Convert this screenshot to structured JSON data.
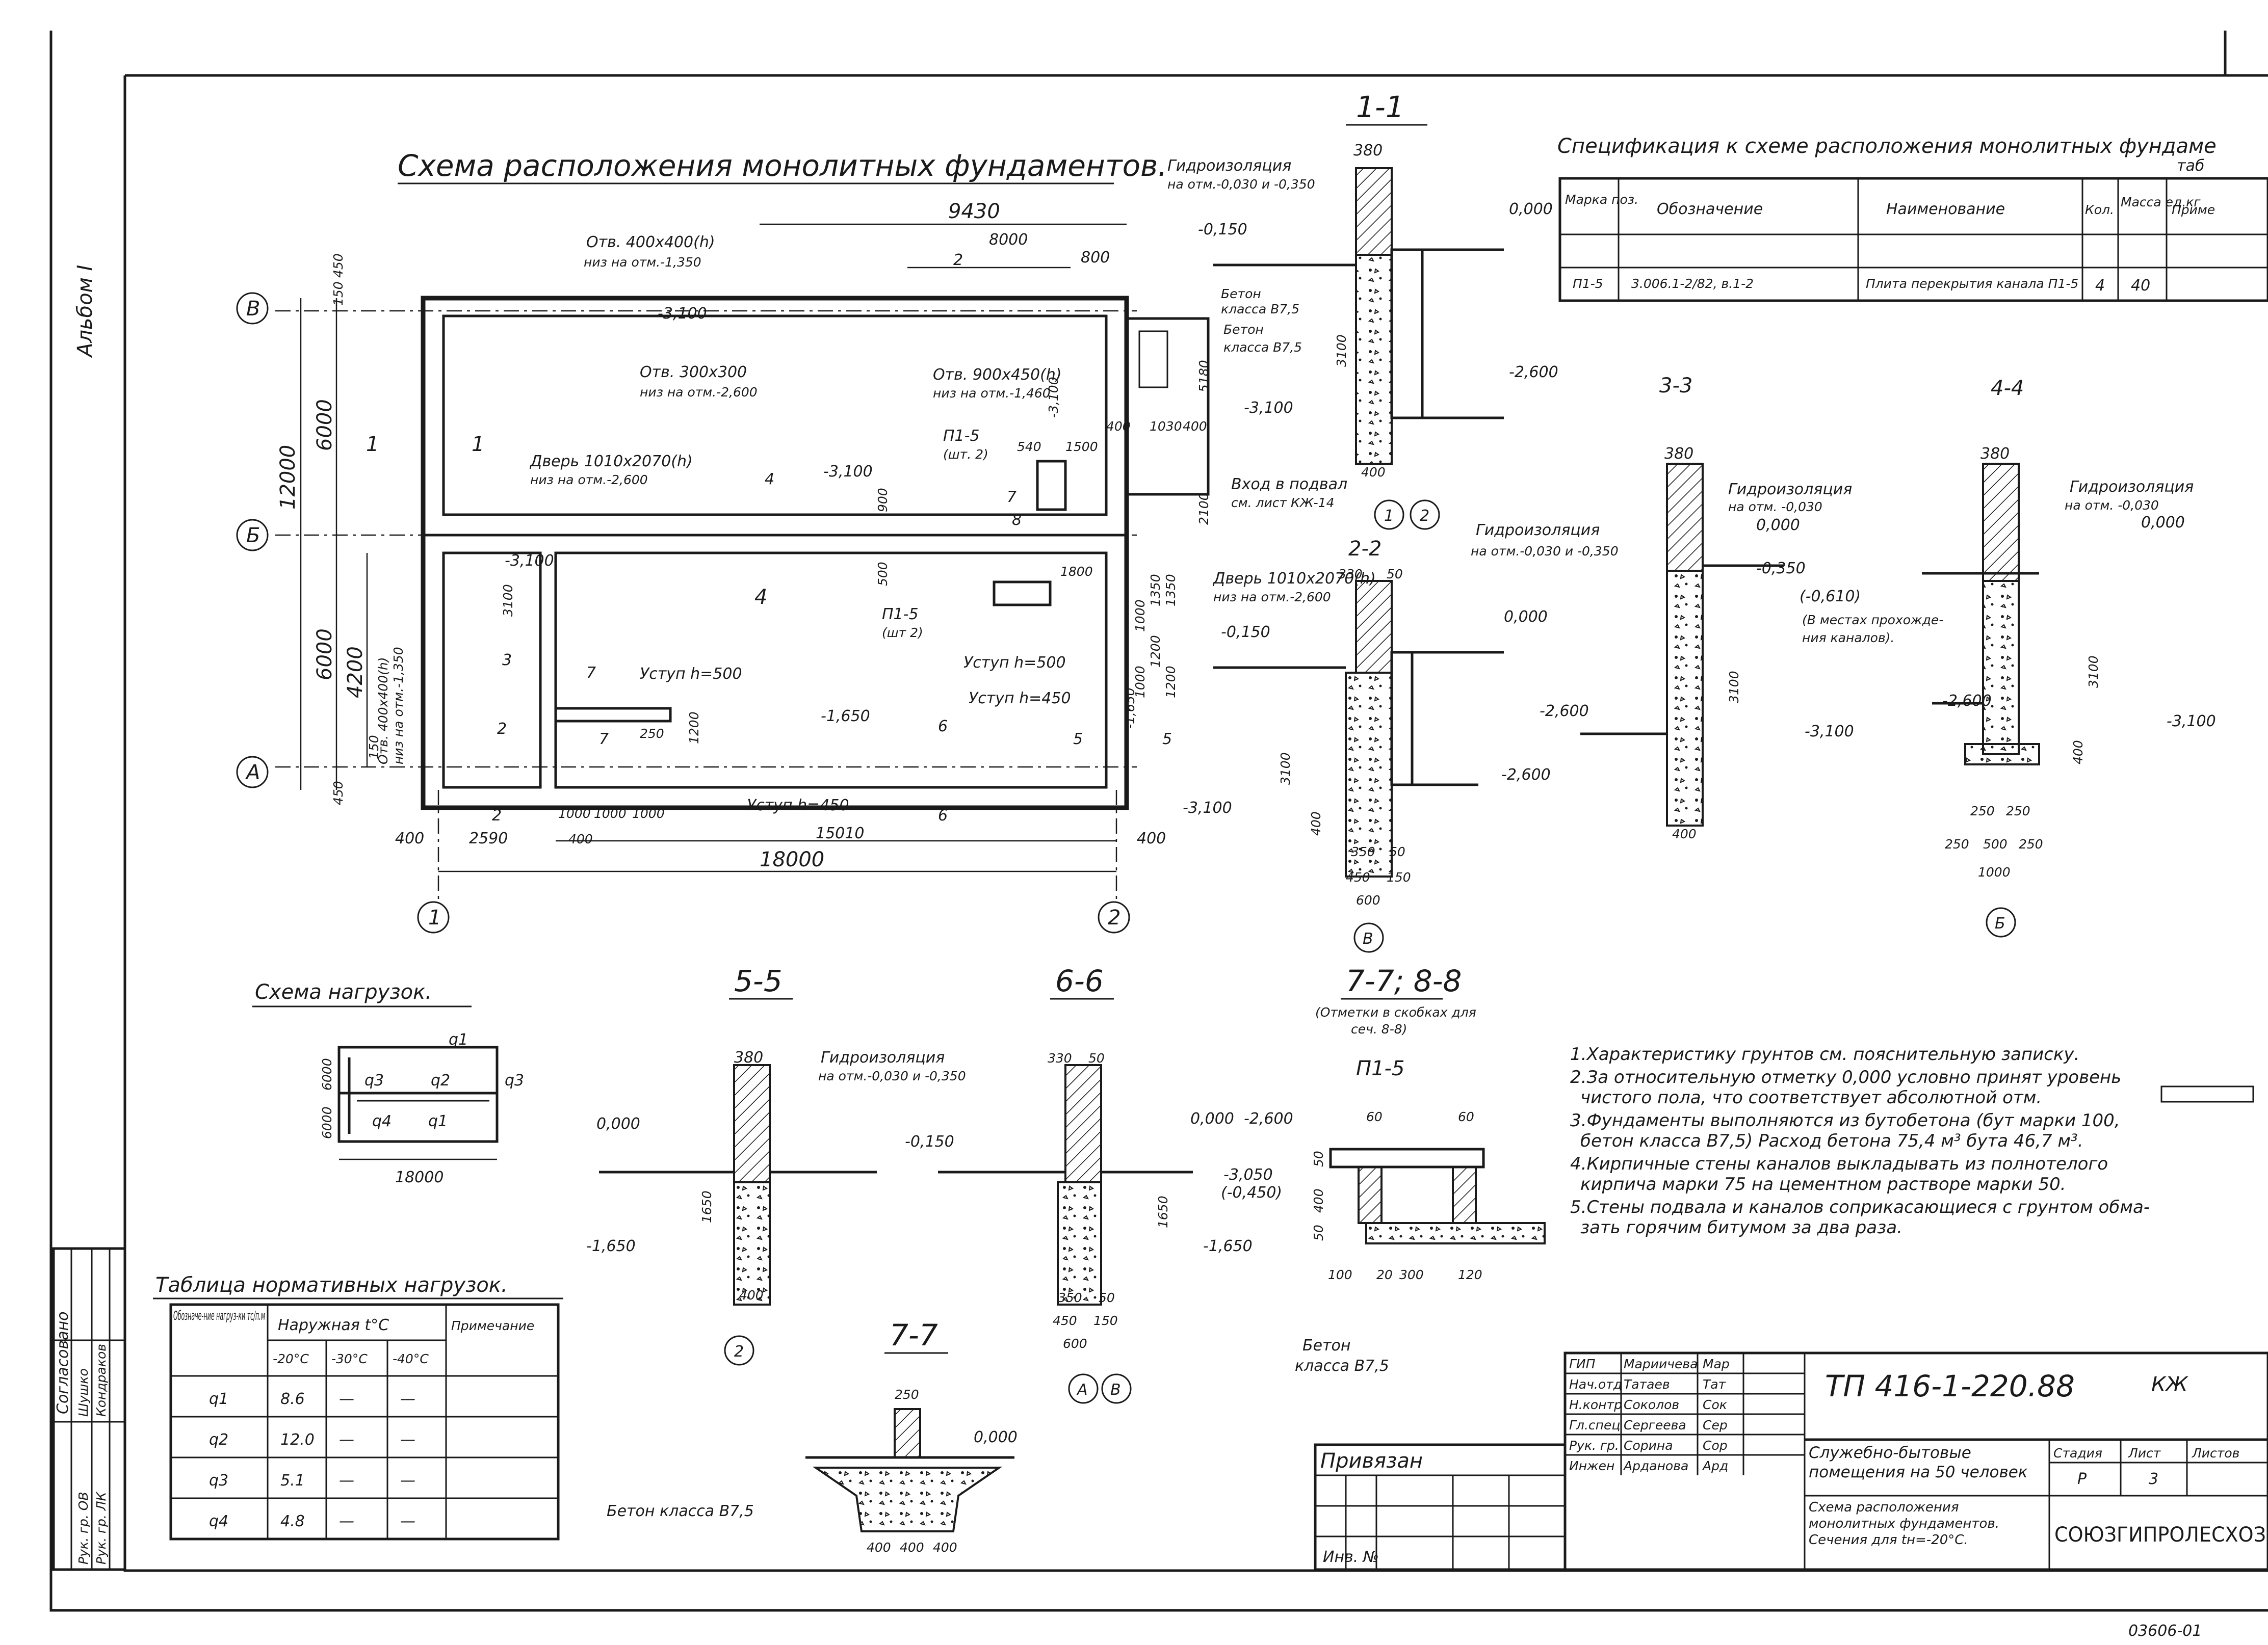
{
  "album": "Альбом I",
  "plan": {
    "title": "Схема расположения монолитных фундаментов.",
    "axes": {
      "letters": [
        "В",
        "Б",
        "А"
      ],
      "numbers": [
        "1",
        "2"
      ]
    },
    "dims": {
      "overall_length": "18000",
      "bay_left": "2590",
      "bay_right": "15010",
      "edge": "400",
      "top_run": "9430",
      "top_sub": "8000",
      "top_end": "800",
      "height_total": "12000",
      "height_upper": "6000",
      "height_lower": "6000",
      "height_inner": "4200",
      "wall_top": "150",
      "wall_top2": "450",
      "wall_bottom": "450",
      "wall_bottom2": "150",
      "step_w1": "1000",
      "step_w2": "1000",
      "step_w3": "1000",
      "step_w4": "400",
      "small_250": "250",
      "small_1200": "1200",
      "small_900": "900",
      "small_500": "500",
      "small_540": "540",
      "small_1500": "1500",
      "small_1800": "1800",
      "small_1030": "1030",
      "small_400b": "400",
      "small_5180": "5180",
      "small_2100": "2100",
      "small_1350": "1350",
      "small_1350b": "1350",
      "small_1000a": "1000",
      "small_1200b": "1200",
      "small_1000b": "1000",
      "small_1200c": "1200",
      "small_400c": "400",
      "small_400d": "400",
      "small_3100": "-3,100",
      "small_1650": "-1,650",
      "small_3100c": "3100"
    },
    "labels": {
      "opening1": "Отв. 400x400(h)",
      "opening1_low": "низ на отм.-1,350",
      "opening2": "Отв. 300x300",
      "opening2_low": "низ на отм.-2,600",
      "opening3": "Отв. 900x450(h)",
      "opening3_low": "низ на отм.-1,460",
      "door1": "Дверь 1010x2070(h)",
      "door1_low": "низ на отм.-2,600",
      "door2": "Дверь 1010x2070(h)",
      "door2_low": "низ на отм.-2,600",
      "opening4": "Отв. 400x400(h)",
      "opening4_low": "низ на отм.-1,350",
      "step500": "Уступ h=500",
      "step450a": "Уступ h=450",
      "step500b": "Уступ h=500",
      "step450b": "Уступ h=450",
      "p15a": "П1-5",
      "p15a_q": "(шт. 2)",
      "p15b": "П1-5",
      "p15b_q": "(шт 2)",
      "concrete_b": "Бетон",
      "concrete_b2": "класса В7,5",
      "entrance": "Вход в подвал",
      "entrance2": "см. лист КЖ-14",
      "elev_3100a": "-3,100",
      "elev_3100b": "-3,100",
      "elev_3100c": "-3,100",
      "elev_1650": "-1,650",
      "s1a": "1",
      "s1b": "1",
      "s2a": "2",
      "s2b": "2",
      "s2c": "2",
      "s3": "3",
      "s4a": "4",
      "s4b": "4",
      "s5a": "5",
      "s5b": "5",
      "s6a": "6",
      "s6b": "6",
      "s7a": "7",
      "s7b": "7",
      "s7c": "7",
      "s8": "8"
    }
  },
  "sections": {
    "s11": {
      "title": "1-1",
      "width": "380",
      "hydro": "Гидроизоляция",
      "hydro2": "на отм.-0,030 и -0,350",
      "top": "0,000",
      "e1": "-0,150",
      "e2": "-2,600",
      "e3": "-3,100",
      "h": "3100",
      "base": "400",
      "concrete": "Бетон",
      "concrete2": "класса В7,5",
      "ax1": "1",
      "ax2": "2"
    },
    "s22": {
      "title": "2-2",
      "w1": "330",
      "w2": "50",
      "hydro": "Гидроизоляция",
      "hydro2": "на отм.-0,030 и -0,350",
      "top": "0,000",
      "e1": "-0,150",
      "e2": "-2,600",
      "e3": "-3,100",
      "h": "3100",
      "base": "400",
      "d1": "350",
      "d2": "50",
      "d3": "450",
      "d4": "150",
      "d5": "600",
      "ax": "В"
    },
    "s33": {
      "title": "3-3",
      "width": "380",
      "hydro": "Гидроизоляция",
      "hydro2": "на отм. -0,030",
      "top": "0,000",
      "e1": "-0,350",
      "e2": "(-0,610)",
      "note": "(В местах прохожде-",
      "note2": "ния каналов).",
      "e3": "-2,600",
      "e4": "-3,100",
      "h": "3100",
      "base": "400"
    },
    "s44": {
      "title": "4-4",
      "width": "380",
      "hydro": "Гидроизоляция",
      "hydro2": "на отм. -0,030",
      "top": "0,000",
      "e1": "-2,600",
      "e2": "-3,100",
      "h": "3100",
      "base": "400",
      "d1": "250",
      "d2": "250",
      "d3": "250",
      "d4": "500",
      "d5": "250",
      "d6": "1000",
      "ax": "Б"
    },
    "s55": {
      "title": "5-5",
      "width": "380",
      "hydro": "Гидроизоляция",
      "hydro2": "на отм.-0,030 и -0,350",
      "top": "0,000",
      "e1": "-0,150",
      "e2": "-1,650",
      "h": "1650",
      "base": "400",
      "ax": "2"
    },
    "s66": {
      "title": "6-6",
      "w1": "330",
      "w2": "50",
      "top": "0,000",
      "top2": "-2,600",
      "e1": "-3,050",
      "e1b": "(-0,450)",
      "e2": "-1,650",
      "h": "1650",
      "d1": "350",
      "d2": "50",
      "d3": "450",
      "d4": "150",
      "d5": "600",
      "ax1": "А",
      "ax2": "В"
    },
    "s77": {
      "title": "7-7; 8-8",
      "sub": "(Отметки в скобках для",
      "sub2": "сеч. 8-8)",
      "mark": "П1-5",
      "d1": "60",
      "d2": "60",
      "h1": "50",
      "h2": "400",
      "h3": "50",
      "b1": "100",
      "b2": "20",
      "b3": "300",
      "b4": "120",
      "concrete": "Бетон",
      "concrete2": "класса В7,5"
    },
    "s77b": {
      "title": "7-7",
      "width": "250",
      "top": "0,000",
      "concrete": "Бетон класса В7,5",
      "d1": "400",
      "d2": "400",
      "d3": "400"
    }
  },
  "spec": {
    "title": "Спецификация к схеме расположения монолитных фундаме",
    "title_end": "таб",
    "headers": [
      "Марка поз.",
      "Обозначение",
      "Наименование",
      "Кол.",
      "Масса ед.кг",
      "Приме"
    ],
    "row": [
      "П1-5",
      "3.006.1-2/82, в.1-2",
      "Плита перекрытия канала П1-5",
      "4",
      "40",
      ""
    ]
  },
  "notes": [
    "1.Характеристику грунтов см. пояснительную записку.",
    "2.За относительную отметку 0,000 условно принят уровень",
    "чистого пола, что соответствует абсолютной отм.",
    "3.Фундаменты выполняются из бутобетона (бут марки 100,",
    "бетон класса В7,5) Расход бетона 75,4 м³ бута 46,7 м³.",
    "4.Кирпичные стены каналов выкладывать из полнотелого",
    "кирпича марки 75 на цементном растворе марки 50.",
    "5.Стены подвала и каналов соприкасающиеся с грунтом обма-",
    "зать горячим битумом за два раза."
  ],
  "load_scheme": {
    "title": "Схема нагрузок.",
    "q1": "q1",
    "q1b": "q1",
    "q2": "q2",
    "q3": "q3",
    "q3b": "q3",
    "q4": "q4",
    "d1": "6000",
    "d2": "6000",
    "len": "18000"
  },
  "load_table": {
    "title": "Таблица нормативных нагрузок.",
    "h_name": "Обозначе-ние нагруз-ки тс/п.м",
    "h_outer": "Наружная t°C",
    "h_note": "Примечание",
    "temps": [
      "-20°C",
      "-30°C",
      "-40°C"
    ],
    "rows": [
      {
        "name": "q1",
        "v1": "8.6",
        "v2": "—",
        "v3": "—"
      },
      {
        "name": "q2",
        "v1": "12.0",
        "v2": "—",
        "v3": "—"
      },
      {
        "name": "q3",
        "v1": "5.1",
        "v2": "—",
        "v3": "—"
      },
      {
        "name": "q4",
        "v1": "4.8",
        "v2": "—",
        "v3": "—"
      }
    ]
  },
  "approval": {
    "title": "Согласовано",
    "rows": [
      [
        "Рук. гр. ОВ",
        "Шушко",
        ""
      ],
      [
        "Рук. гр. ЛК",
        "Кондраков",
        ""
      ]
    ]
  },
  "stamp": {
    "code": "ТП 416-1-220.88",
    "mark": "КЖ",
    "signers": [
      [
        "ГИП",
        "Мариичева",
        "Мар"
      ],
      [
        "Нач.отд",
        "Татаев",
        "Тат"
      ],
      [
        "Н.контр",
        "Соколов",
        "Сок"
      ],
      [
        "Гл.спец",
        "Сергеева",
        "Сер"
      ],
      [
        "Рук. гр.",
        "Сорина",
        "Сор"
      ],
      [
        "Инжен",
        "Арданова",
        "Ард"
      ]
    ],
    "bound": "Привязан",
    "inv": "Инв. №",
    "project": "Служебно-бытовые помещения на 50 человек",
    "stage_h": "Стадия",
    "sheet_h": "Лист",
    "sheets_h": "Листов",
    "stage": "Р",
    "sheet": "3",
    "sheet_title": "Схема расположения монолитных фундаментов. Сечения для tн=-20°С.",
    "org": "СОЮЗГИПРОЛЕСХОЗ"
  },
  "doc_number": "03606-01"
}
